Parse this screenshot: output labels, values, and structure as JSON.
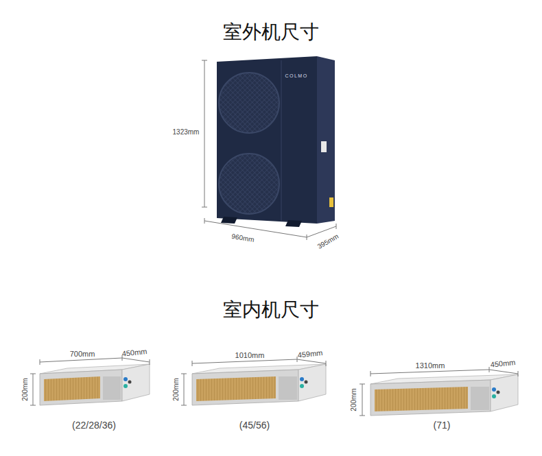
{
  "diagram": {
    "title": "室外机尺寸",
    "labels": [
      "1323mm",
      "COLMO",
      "960mm",
      "395mm",
      "室内机尺寸",
      "700mm",
      "450mm",
      "200mm",
      "(22/28/36)",
      "1010mm",
      "459mm",
      "200mm",
      "(45/56)",
      "1310mm",
      "450mm",
      "200mm",
      "(71)"
    ]
  }
}
